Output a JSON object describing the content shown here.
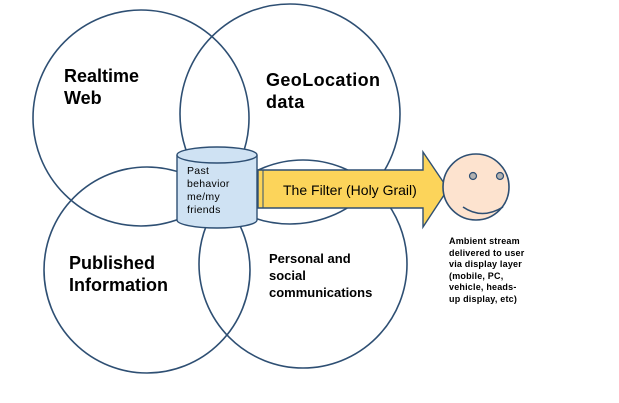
{
  "venn": {
    "circles": [
      {
        "id": "realtime-web",
        "label_lines": [
          "Realtime",
          "Web"
        ]
      },
      {
        "id": "geolocation",
        "label_lines": [
          "GeoLocation",
          "data"
        ]
      },
      {
        "id": "published-information",
        "label_lines": [
          "Published",
          "Information"
        ]
      },
      {
        "id": "personal-social",
        "label_lines": [
          "Personal and",
          "social",
          "communications"
        ]
      }
    ],
    "stroke_color": "#2e4f73"
  },
  "database": {
    "label_lines": [
      "Past",
      "behavior",
      "me/my",
      "friends"
    ],
    "fill_color": "#cfe2f3",
    "stroke_color": "#2e4f73"
  },
  "filter_arrow": {
    "label": "The Filter (Holy Grail)",
    "fill_color": "#fcd45a",
    "stroke_color": "#2e4f73"
  },
  "user_face": {
    "fill_color": "#fde3cf",
    "stroke_color": "#2e4f73"
  },
  "ambient": {
    "label_lines": [
      "Ambient stream",
      "delivered to user",
      "via display layer",
      "(mobile, PC,",
      "vehicle, heads-",
      "up display, etc)"
    ]
  }
}
